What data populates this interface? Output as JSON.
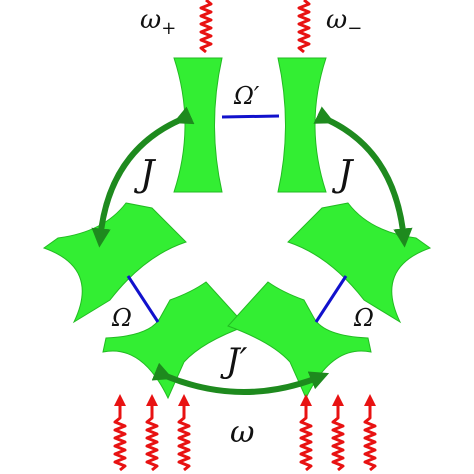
{
  "labels": {
    "omega_plus": "ω",
    "omega_plus_sub": "+",
    "omega_minus": "ω",
    "omega_minus_sub": "−",
    "omega_prime": "Ω′",
    "j_left": "J",
    "j_right": "J",
    "omega_left": "Ω",
    "omega_right": "Ω",
    "j_prime": "J′",
    "omega_bottom": "ω"
  },
  "colors": {
    "cavity": "#33ee33",
    "cavity_edge": "#22bb22",
    "coupling_line": "#1111cc",
    "arrow": "#1e8a1e",
    "wave": "#e81212"
  }
}
